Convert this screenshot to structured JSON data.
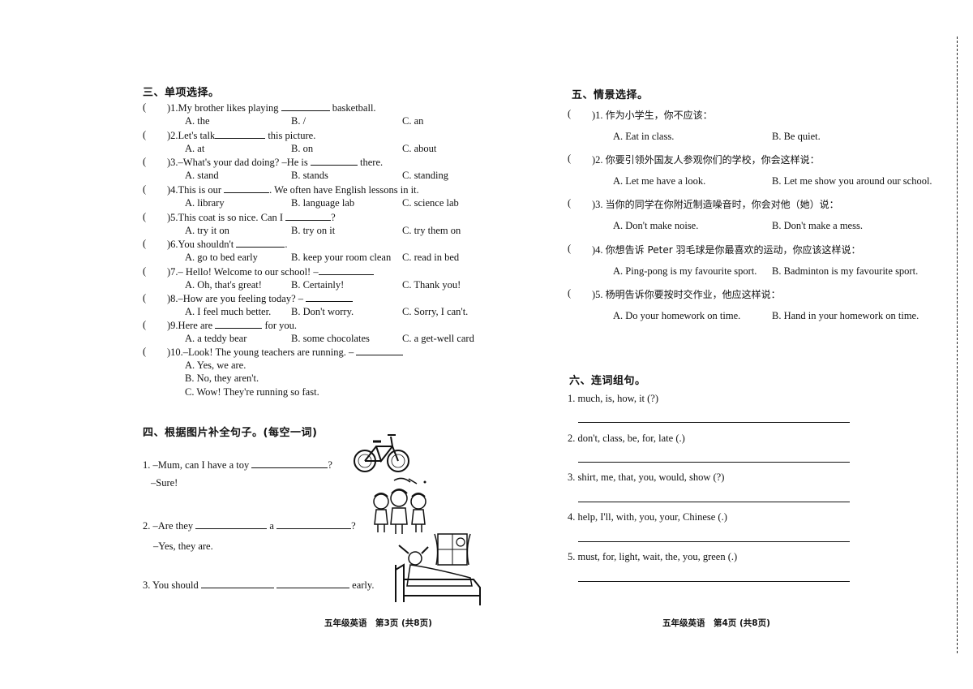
{
  "left": {
    "sec3": {
      "title": "三、单项选择。",
      "questions": [
        {
          "paren": "(",
          "num": ")1.",
          "pre": "My brother likes playing",
          "post": "basketball.",
          "a": "A. the",
          "b": "B. /",
          "c": "C. an"
        },
        {
          "paren": "(",
          "num": ")2.",
          "pre": "Let's talk",
          "post": "this picture.",
          "a": "A. at",
          "b": "B. on",
          "c": "C. about"
        },
        {
          "paren": "(",
          "num": ")3.",
          "pre": "–What's your dad doing? –He is",
          "post": "there.",
          "a": "A. stand",
          "b": "B. stands",
          "c": "C. standing"
        },
        {
          "paren": "(",
          "num": ")4.",
          "pre": "This is our",
          "post": ". We often have English lessons in it.",
          "a": "A. library",
          "b": "B. language lab",
          "c": "C. science lab"
        },
        {
          "paren": "(",
          "num": ")5.",
          "pre": "This coat is so nice. Can I",
          "post": "?",
          "a": "A. try it on",
          "b": "B. try on it",
          "c": "C. try them on"
        },
        {
          "paren": "(",
          "num": ")6.",
          "pre": "You shouldn't",
          "post": ".",
          "a": "A. go to bed early",
          "b": "B. keep your room clean",
          "c": "C. read in bed"
        },
        {
          "paren": "(",
          "num": ")7.",
          "pre": "– Hello! Welcome to our school! –",
          "post": "",
          "a": "A. Oh, that's great!",
          "b": "B. Certainly!",
          "c": "C. Thank you!"
        },
        {
          "paren": "(",
          "num": ")8.",
          "pre": "–How are you feeling today? –",
          "post": "",
          "a": "A. I feel much better.",
          "b": "B. Don't worry.",
          "c": "C. Sorry, I can't."
        },
        {
          "paren": "(",
          "num": ")9.",
          "pre": "Here are",
          "post": "for you.",
          "a": "A. a teddy bear",
          "b": "B. some chocolates",
          "c": "C. a get-well card"
        }
      ],
      "q10": {
        "paren": "(",
        "num": ")10.",
        "pre": "–Look! The young teachers are running. –",
        "a": "A. Yes, we are.",
        "b": "B. No, they aren't.",
        "c": "C. Wow! They're running so fast."
      }
    },
    "sec4": {
      "title": "四、根据图片补全句子。(每空一词)",
      "q1_line1_pre": "1. –Mum, can I have a toy",
      "q1_line1_post": "?",
      "q1_line2": "–Sure!",
      "q2_line1_pre": "2. –Are they",
      "q2_line1_mid": "a",
      "q2_line1_post": "?",
      "q2_line2": "–Yes, they are.",
      "q3_pre": "3. You should",
      "q3_post": "early."
    },
    "footer": "五年级英语　第3页 (共8页)"
  },
  "right": {
    "sec5": {
      "title": "五、情景选择。",
      "questions": [
        {
          "paren": "(",
          "num": ")1.",
          "q": "作为小学生，你不应该：",
          "a": "A. Eat in class.",
          "b": "B. Be quiet."
        },
        {
          "paren": "(",
          "num": ")2.",
          "q": "你要引领外国友人参观你们的学校，你会这样说：",
          "a": "A. Let me have a look.",
          "b": "B. Let me show you around our school."
        },
        {
          "paren": "(",
          "num": ")3.",
          "q": "当你的同学在你附近制造噪音时，你会对他（她）说：",
          "a": "A. Don't make noise.",
          "b": "B. Don't make a mess."
        },
        {
          "paren": "(",
          "num": ")4.",
          "q": "你想告诉 Peter 羽毛球是你最喜欢的运动，你应该这样说：",
          "a": "A. Ping-pong is my favourite sport.",
          "b": "B. Badminton is my favourite sport."
        },
        {
          "paren": "(",
          "num": ")5.",
          "q": "杨明告诉你要按时交作业，他应这样说：",
          "a": "A. Do your homework on time.",
          "b": "B. Hand in your homework on time."
        }
      ]
    },
    "sec6": {
      "title": "六、连词组句。",
      "items": [
        "1. much, is, how, it (?)",
        "2. don't, class, be, for, late (.)",
        "3. shirt, me, that, you, would, show (?)",
        "4. help, I'll, with, you, your, Chinese (.)",
        "5. must, for, light, wait, the, you, green (.)"
      ]
    },
    "footer": "五年级英语　第4页 (共8页)"
  }
}
